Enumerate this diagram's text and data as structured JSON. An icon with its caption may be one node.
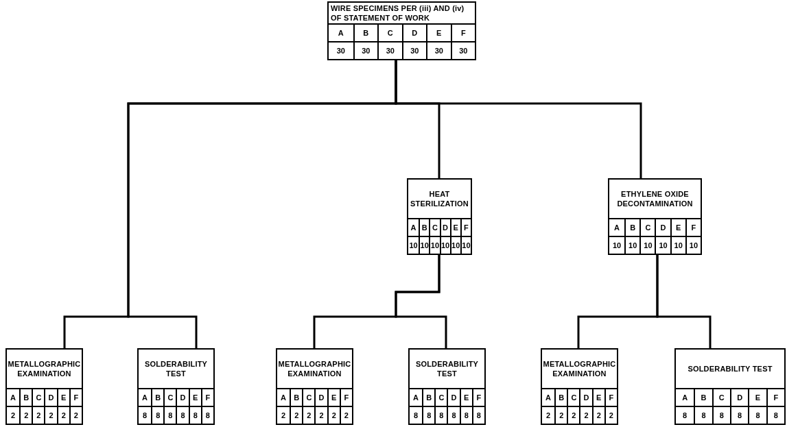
{
  "diagram": {
    "nodes": [
      {
        "text": [
          "WIRE SPECIMENS PER (iii) AND (iv) OF STATEMENT OF WORK",
          "A",
          "B",
          "C",
          "D",
          "E",
          "F",
          "30",
          "30",
          "30",
          "30",
          "30",
          "30"
        ]
      },
      {
        "text": [
          "HEAT STERILIZATION",
          "A",
          "B",
          "C",
          "D",
          "E",
          "F",
          "10",
          "10",
          "10",
          "10",
          "10",
          "10"
        ]
      },
      {
        "text": [
          "ETHYLENE OXIDE DECONTAMINATION",
          "A",
          "B",
          "C",
          "D",
          "E",
          "F",
          "10",
          "10",
          "10",
          "10",
          "10",
          "10"
        ]
      },
      {
        "text": [
          "METALLOGRAPHIC EXAMINATION",
          "A",
          "B",
          "C",
          "D",
          "E",
          "F",
          "2",
          "2",
          "2",
          "2",
          "2",
          "2"
        ]
      },
      {
        "text": [
          "SOLDERABILITY TEST",
          "A",
          "B",
          "C",
          "D",
          "E",
          "F",
          "8",
          "8",
          "8",
          "8",
          "8",
          "8"
        ]
      },
      {
        "text": [
          "METALLOGRAPHIC EXAMINATION",
          "A",
          "B",
          "C",
          "D",
          "E",
          "F",
          "2",
          "2",
          "2",
          "2",
          "2",
          "2"
        ]
      },
      {
        "text": [
          "SOLDERABILITY TEST",
          "A",
          "B",
          "C",
          "D",
          "E",
          "F",
          "8",
          "8",
          "8",
          "8",
          "8",
          "8"
        ]
      },
      {
        "text": [
          "METALLOGRAPHIC EXAMINATION",
          "A",
          "B",
          "C",
          "D",
          "E",
          "F",
          "2",
          "2",
          "2",
          "2",
          "2",
          "2"
        ]
      },
      {
        "text": [
          "SOLDERABILITY TEST",
          "A",
          "B",
          "C",
          "D",
          "E",
          "F",
          "8",
          "8",
          "8",
          "8",
          "8",
          "8"
        ]
      }
    ],
    "edges": [
      {
        "from": 0,
        "to": 1,
        "arrow": "none"
      },
      {
        "from": 0,
        "to": 2,
        "arrow": "none"
      },
      {
        "from": 0,
        "to": 3,
        "arrow": "none"
      },
      {
        "from": 0,
        "to": 4,
        "arrow": "none"
      },
      {
        "from": 1,
        "to": 5,
        "arrow": "none"
      },
      {
        "from": 1,
        "to": 6,
        "arrow": "none"
      },
      {
        "from": 2,
        "to": 7,
        "arrow": "none"
      },
      {
        "from": 2,
        "to": 8,
        "arrow": "none"
      }
    ]
  }
}
